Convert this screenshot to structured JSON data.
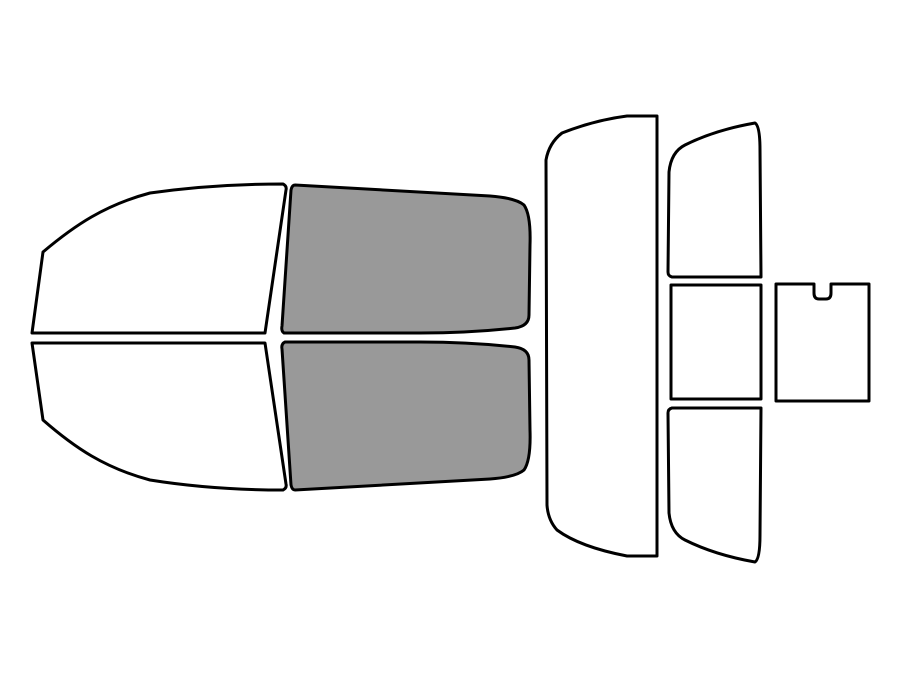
{
  "colors": {
    "background": "#ffffff",
    "outline": "#000000",
    "untinted": "#ffffff",
    "tinted": "#999999"
  },
  "panes": [
    {
      "name": "front-left-window",
      "tinted": false
    },
    {
      "name": "front-right-window",
      "tinted": false
    },
    {
      "name": "rear-left-window",
      "tinted": true
    },
    {
      "name": "rear-right-window",
      "tinted": true
    },
    {
      "name": "windshield",
      "tinted": false
    },
    {
      "name": "back-window-upper",
      "tinted": false
    },
    {
      "name": "back-window-middle",
      "tinted": false
    },
    {
      "name": "back-window-lower",
      "tinted": false
    },
    {
      "name": "sunroof",
      "tinted": false
    }
  ]
}
